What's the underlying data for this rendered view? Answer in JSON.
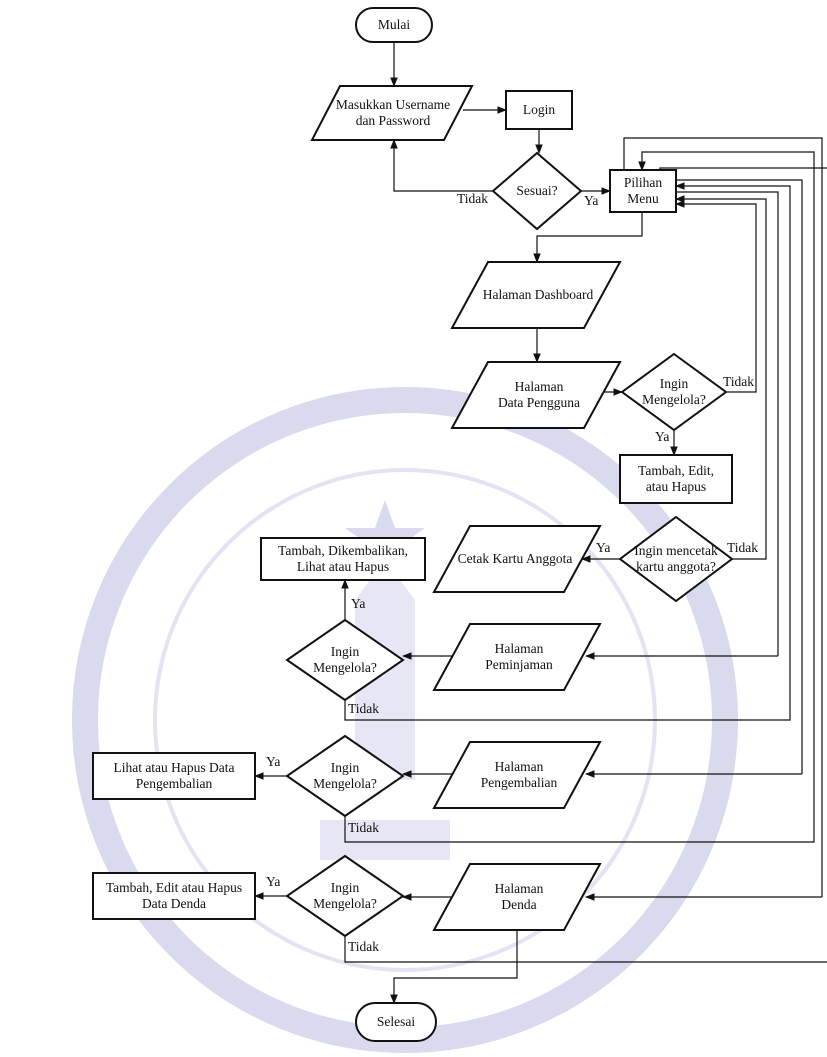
{
  "colors": {
    "stroke": "#111111",
    "watermark": "#dadaef"
  },
  "nodes": {
    "start": "Mulai",
    "input_login": "Masukkan Username\ndan Password",
    "login": "Login",
    "check_match": "Sesuai?",
    "menu": "Pilihan\nMenu",
    "dashboard": "Halaman Dashboard",
    "data_pengguna": "Halaman\nData Pengguna",
    "decision_pengguna": "Ingin\nMengelola?",
    "action_pengguna": "Tambah, Edit,\natau Hapus",
    "decision_cetak": "Ingin mencetak\nkartu anggota?",
    "cetak_kartu": "Cetak Kartu Anggota",
    "action_peminjaman": "Tambah, Dikembalikan,\nLihat atau Hapus",
    "decision_peminjaman": "Ingin\nMengelola?",
    "peminjaman": "Halaman\nPeminjaman",
    "action_pengembalian": "Lihat atau Hapus Data\nPengembalian",
    "decision_pengembalian": "Ingin\nMengelola?",
    "pengembalian": "Halaman\nPengembalian",
    "action_denda": "Tambah, Edit atau Hapus\nData Denda",
    "decision_denda": "Ingin\nMengelola?",
    "denda": "Halaman\nDenda",
    "end": "Selesai"
  },
  "edge_labels": {
    "tidak_sesuai": "Tidak",
    "ya_sesuai": "Ya",
    "tidak_pengguna": "Tidak",
    "ya_pengguna": "Ya",
    "ya_cetak": "Ya",
    "tidak_cetak": "Tidak",
    "ya_peminjaman": "Ya",
    "tidak_peminjaman": "Tidak",
    "ya_pengembalian": "Ya",
    "tidak_pengembalian": "Tidak",
    "ya_denda": "Ya",
    "tidak_denda": "Tidak"
  }
}
